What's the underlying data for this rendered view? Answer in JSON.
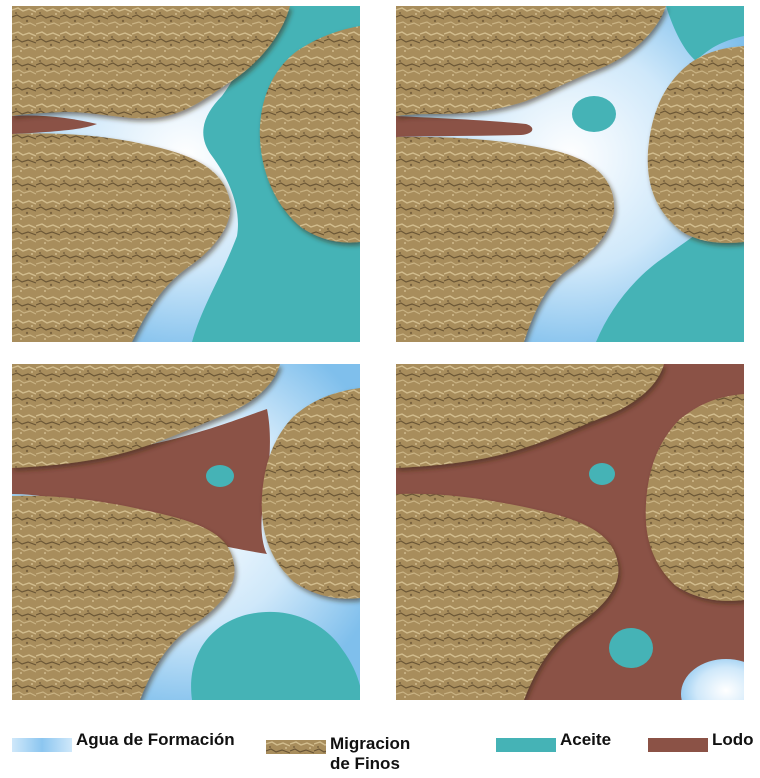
{
  "colors": {
    "agua": "#9fd0f2",
    "agua_light": "#e6f4fd",
    "aceite": "#45b3b6",
    "lodo": "#8b5246",
    "grain": "#a88d5c",
    "grain_dark": "#6b5636",
    "grain_light": "#d2bd8e"
  },
  "panels": [
    {
      "stage": 1
    },
    {
      "stage": 2
    },
    {
      "stage": 3
    },
    {
      "stage": 4
    }
  ],
  "legend": {
    "agua": {
      "label": "Agua de Formación",
      "icon": "agua-swatch"
    },
    "finos": {
      "label": "Migracion\nde Finos",
      "icon": "rock-texture-swatch"
    },
    "aceite": {
      "label": "Aceite",
      "icon": "aceite-swatch"
    },
    "lodo": {
      "label": "Lodo",
      "icon": "lodo-swatch"
    }
  }
}
